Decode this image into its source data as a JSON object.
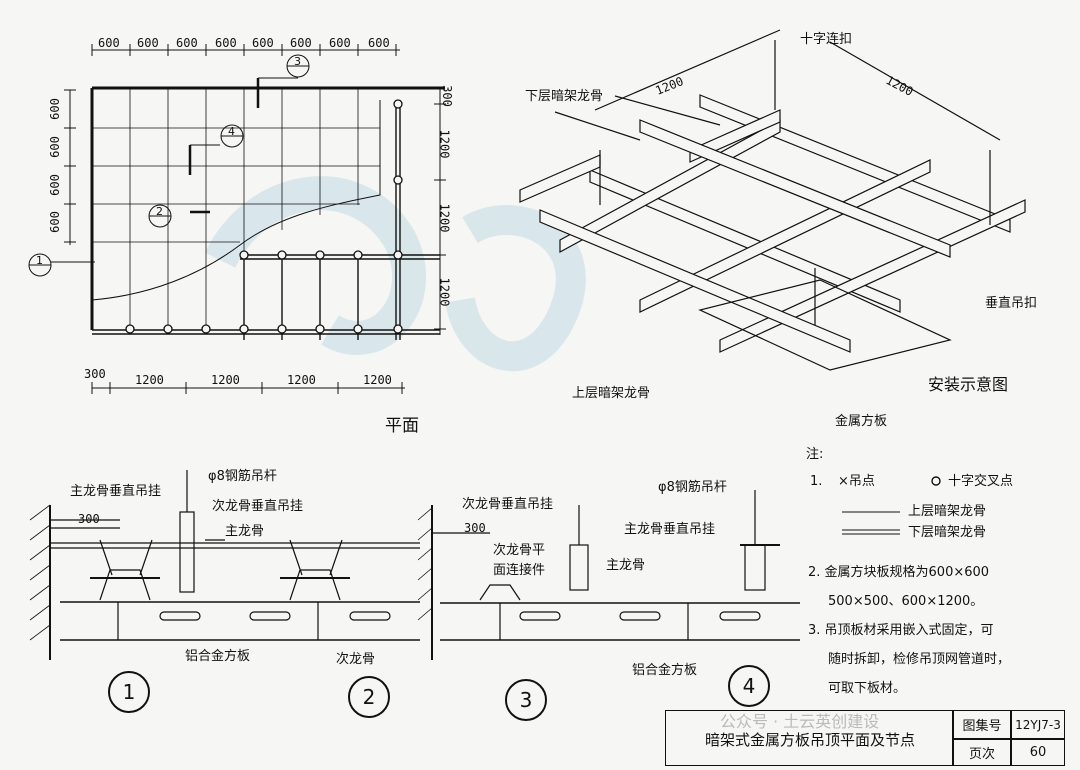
{
  "plan": {
    "title": "平面",
    "top_dims": [
      "600",
      "600",
      "600",
      "600",
      "600",
      "600",
      "600",
      "600"
    ],
    "left_dims": [
      "600",
      "600",
      "600",
      "600"
    ],
    "right_dims": [
      "300",
      "1200",
      "1200",
      "1200"
    ],
    "bottom_dims": [
      "300",
      "1200",
      "1200",
      "1200",
      "1200"
    ],
    "section_marks": [
      "1",
      "2",
      "3",
      "4"
    ]
  },
  "iso": {
    "title": "安装示意图",
    "labels": {
      "cross_clip": "十字连扣",
      "lower_keel": "下层暗架龙骨",
      "upper_keel": "上层暗架龙骨",
      "vertical_hanger": "垂直吊扣",
      "metal_panel": "金属方板",
      "dim1": "1200",
      "dim2": "1200"
    }
  },
  "notes": {
    "title": "注:",
    "n1": "1.",
    "hang_point": "×吊点",
    "cross_point": "十字交叉点",
    "upper_legend": "上层暗架龙骨",
    "lower_legend": "下层暗架龙骨",
    "n2_line1": "2. 金属方块板规格为600×600",
    "n2_line2": "500×500、600×1200。",
    "n3_line1": "3. 吊顶板材采用嵌入式固定，可",
    "n3_line2": "随时拆卸，检修吊顶网管道时，",
    "n3_line3": "可取下板材。"
  },
  "details": {
    "d12": {
      "main_hanger": "主龙骨垂直吊挂",
      "rod": "φ8钢筋吊杆",
      "sub_hanger": "次龙骨垂直吊挂",
      "main_keel": "主龙骨",
      "dim300": "300",
      "panel": "铝合金方板",
      "sub_keel": "次龙骨",
      "num1": "1",
      "num2": "2"
    },
    "d34": {
      "sub_hanger": "次龙骨垂直吊挂",
      "rod": "φ8钢筋吊杆",
      "dim300": "300",
      "connector_l1": "次龙骨平",
      "connector_l2": "面连接件",
      "main_hanger": "主龙骨垂直吊挂",
      "main_keel": "主龙骨",
      "panel": "铝合金方板",
      "num3": "3",
      "num4": "4"
    }
  },
  "titleblock": {
    "title": "暗架式金属方板吊顶平面及节点",
    "atlas_label": "图集号",
    "atlas_no": "12YJ7-3",
    "page_label": "页次",
    "page_no": "60",
    "watermark": "公众号 · 土云英创建设"
  }
}
